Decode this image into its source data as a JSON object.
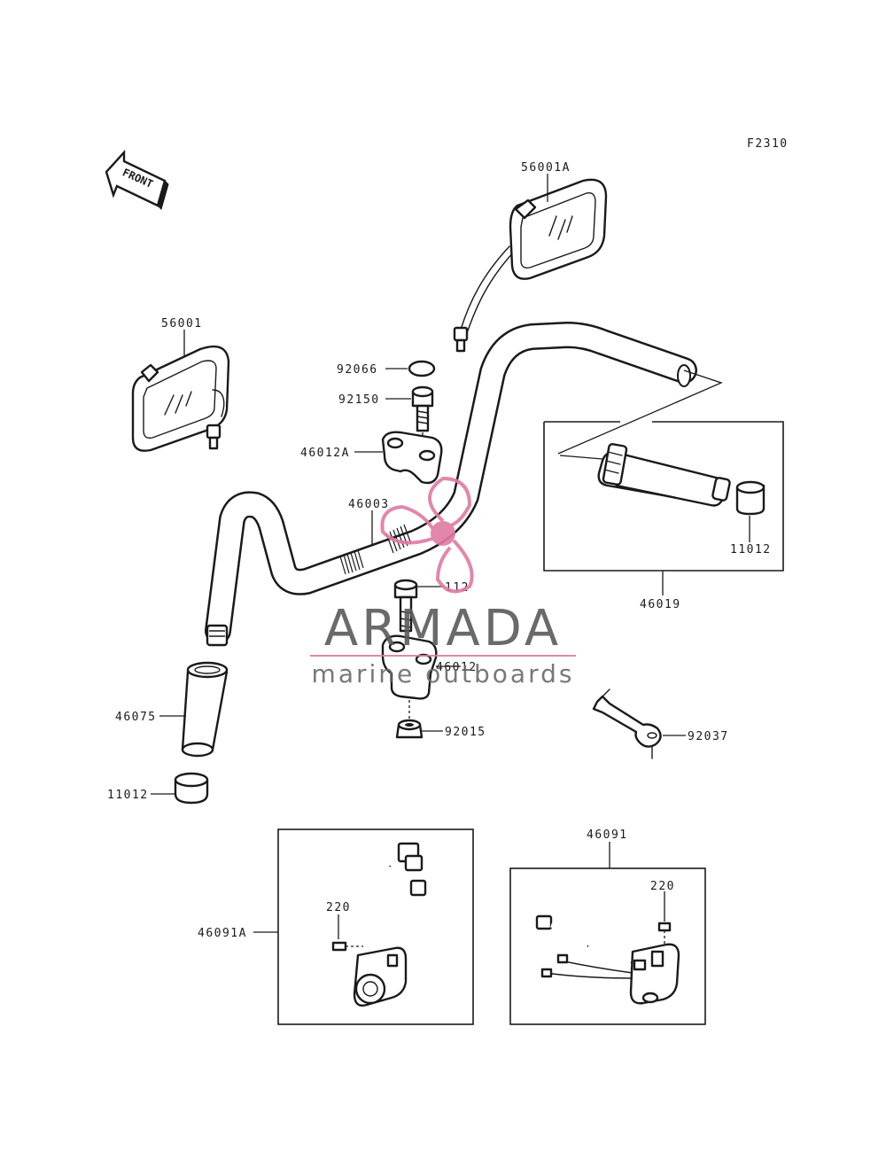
{
  "figure_code": "F2310",
  "front_label": "FRONT",
  "parts": {
    "mirror_right": "56001A",
    "mirror_left": "56001",
    "cap_upper": "92066",
    "bolt_upper": "92150",
    "holder_upper": "46012A",
    "handlebar": "46003",
    "bolt_lower": "112",
    "holder_lower": "46012",
    "grip_left": "46075",
    "cap_left": "11012",
    "nut": "92015",
    "grip_right_assy": "46019",
    "cap_right": "11012",
    "wrench": "92037",
    "switch_left": "46091A",
    "screw_left": "220",
    "switch_right": "46091",
    "screw_right": "220"
  },
  "watermark": {
    "brand": "ARMADA",
    "tagline": "marine outboards",
    "colors": {
      "brand": "#5a5a5a",
      "tagline": "#6a6a6a",
      "logo": "#e07aa3"
    }
  }
}
